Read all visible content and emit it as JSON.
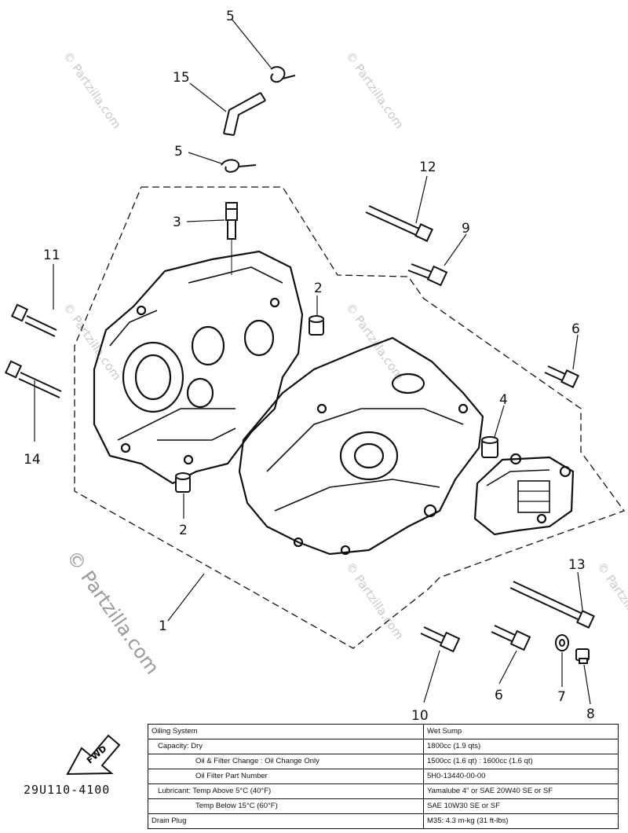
{
  "watermarks": [
    "© Partzilla.com",
    "© Partzilla.com",
    "© Partzilla.com",
    "© Partzilla.com",
    "© Partzilla.com",
    "© Partzilla.com"
  ],
  "watermark_large": "© Partzilla.com",
  "callouts": {
    "c1": "1",
    "c2a": "2",
    "c2b": "2",
    "c3": "3",
    "c4": "4",
    "c5a": "5",
    "c5b": "5",
    "c6a": "6",
    "c6b": "6",
    "c7": "7",
    "c8": "8",
    "c9": "9",
    "c10": "10",
    "c11": "11",
    "c12": "12",
    "c13": "13",
    "c14": "14",
    "c15": "15"
  },
  "fwd_label": "FWD",
  "part_number": "29U110-4100",
  "spec_table": {
    "rows": [
      {
        "label": "Oiling System",
        "value": "Wet Sump"
      },
      {
        "label": "Capacity: Dry",
        "value": "1800cc (1.9 qts)"
      },
      {
        "label": "Oil & Filter Change : Oil Change Only",
        "value": "1500cc (1.6 qt) : 1600cc (1.6 qt)"
      },
      {
        "label": "Oil Filter Part Number",
        "value": "5H0-13440-00-00"
      },
      {
        "label": "Lubricant: Temp Above 5°C (40°F)",
        "value": "Yamalube 4\" or SAE 20W40 SE or SF"
      },
      {
        "label": "Temp Below 15°C (60°F)",
        "value": "SAE 10W30 SE or SF"
      },
      {
        "label": "Drain Plug",
        "value": "M35: 4.3 m-kg (31 ft-lbs)"
      }
    ]
  }
}
